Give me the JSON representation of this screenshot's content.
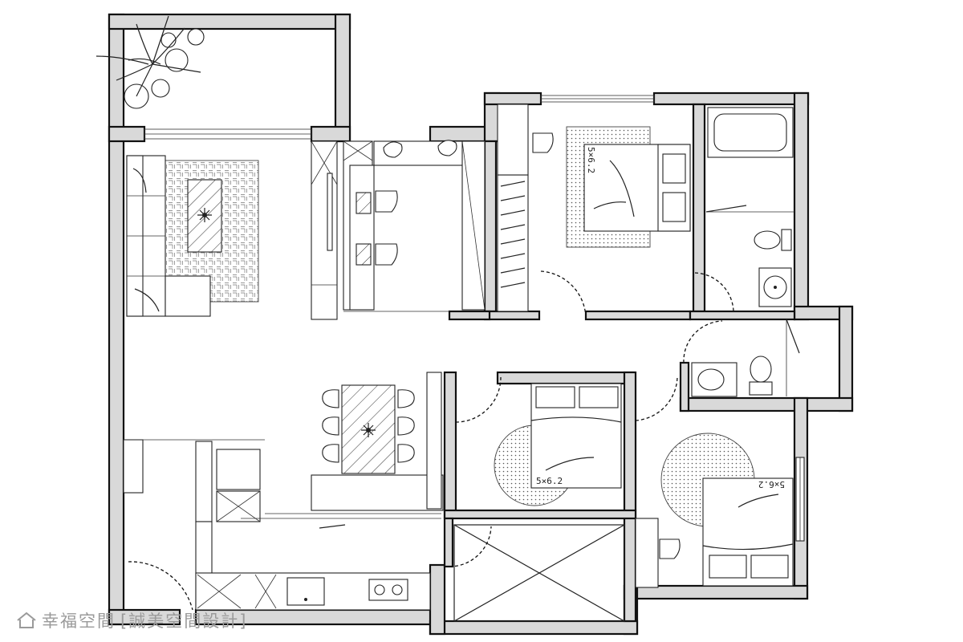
{
  "plan": {
    "rug_labels": {
      "master_bedroom": "5×6.2",
      "bedroom_two": "5×6.2",
      "bedroom_three": "5×6.2"
    }
  },
  "watermark": {
    "brand": "幸福空間",
    "credit": "[誠美空間設計]"
  },
  "colors": {
    "wall_fill": "#d9d9d9",
    "line": "#222222",
    "watermark": "#9a9a9a"
  }
}
